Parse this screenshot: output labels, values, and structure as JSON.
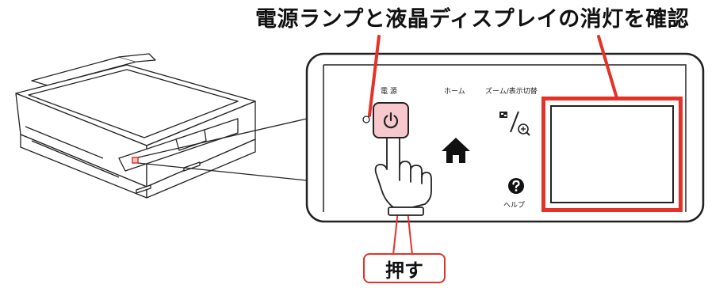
{
  "title": "電源ランプと液晶ディスプレイの消灯を確認",
  "panel": {
    "power_label": "電 源",
    "home_label": "ホーム",
    "zoom_label": "ズーム/表示切替",
    "help_label": "ヘルプ"
  },
  "instruction": "押す",
  "colors": {
    "accent_red": "#e53228",
    "button_pink": "#f7c8cc",
    "line": "#222222"
  },
  "icons": [
    "power-icon",
    "home-icon",
    "zoom-display-icon",
    "help-icon",
    "hand-pointer-icon"
  ]
}
